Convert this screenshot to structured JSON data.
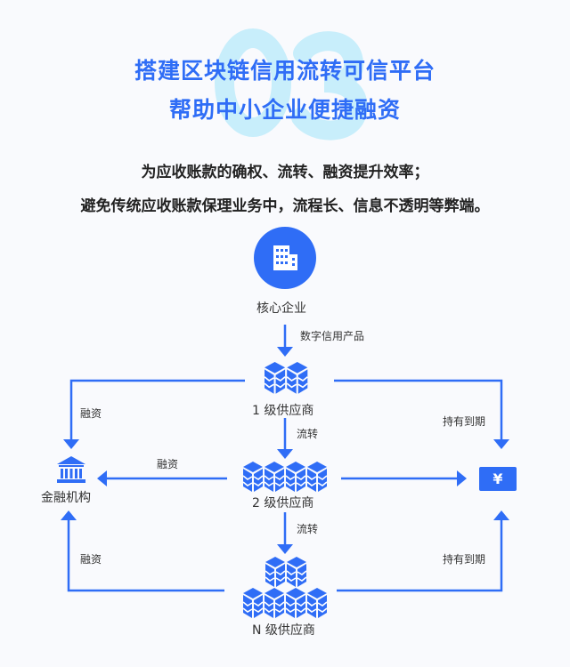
{
  "section_number": "03",
  "title_line1": "搭建区块链信用流转可信平台",
  "title_line2": "帮助中小企业便捷融资",
  "subtitle_line1": "为应收账款的确权、流转、融资提升效率；",
  "subtitle_line2": "避免传统应收账款保理业务中，流程长、信息不透明等弊端。",
  "colors": {
    "accent": "#2f6df6",
    "watermark": "#c8eefb"
  },
  "nodes": {
    "core": "核心企业",
    "tier1": "1 级供应商",
    "tier2": "2 级供应商",
    "tierN": "N 级供应商",
    "bank": "金融机构",
    "currency_symbol": "¥"
  },
  "edges": {
    "core_to_tier1": "数字信用产品",
    "tier1_to_tier2": "流转",
    "tier2_to_tierN": "流转",
    "tier1_financing": "融资",
    "tier2_financing": "融资",
    "tierN_financing": "融资",
    "tier1_hold": "持有到期",
    "tierN_hold": "持有到期"
  }
}
